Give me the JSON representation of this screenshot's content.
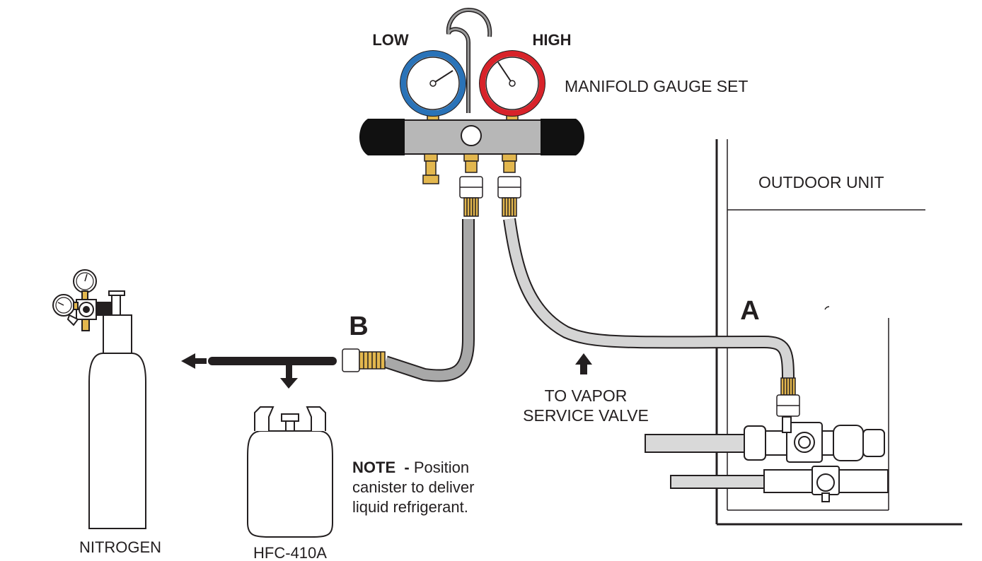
{
  "labels": {
    "low": "LOW",
    "high": "HIGH",
    "manifold": "MANIFOLD GAUGE SET",
    "outdoor_unit": "OUTDOOR UNIT",
    "point_a": "A",
    "point_b": "B",
    "to_vapor_line1": "TO VAPOR",
    "to_vapor_line2": "SERVICE VALVE",
    "nitrogen": "NITROGEN",
    "refrigerant": "HFC-410A"
  },
  "note": {
    "prefix": "NOTE",
    "dash": "-",
    "text_line1": "Position",
    "text_line2": "canister to deliver",
    "text_line3": "liquid refrigerant."
  },
  "colors": {
    "low_gauge_ring": "#2a73b8",
    "high_gauge_ring": "#d8232a",
    "brass": "#e3b74e",
    "hose_gray": "#8e8e8e",
    "hose_light": "#cfcfcf",
    "manifold_body": "#b7b7b7",
    "ink": "#231f20"
  }
}
